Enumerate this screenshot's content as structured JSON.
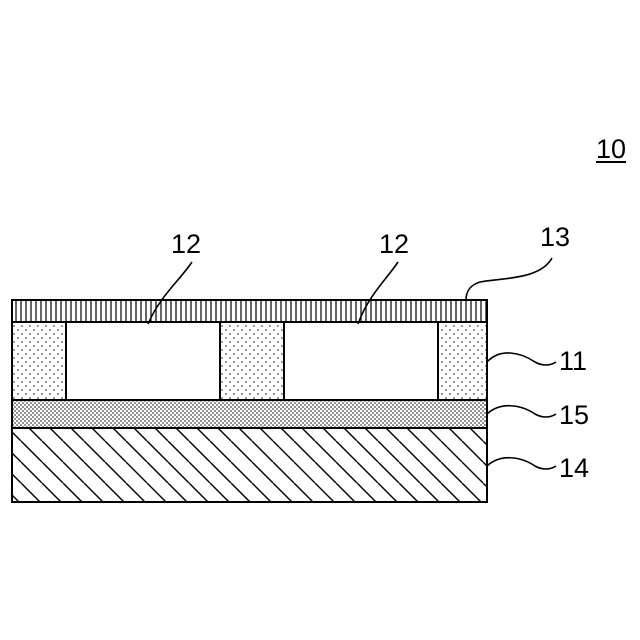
{
  "figure": {
    "overall_ref": "10",
    "labels": {
      "cavity_left": "12",
      "cavity_right": "12",
      "top_layer": "13",
      "spacer_layer": "11",
      "bond_layer": "15",
      "substrate": "14"
    }
  },
  "colors": {
    "ink": "#000000",
    "paper": "#ffffff"
  }
}
